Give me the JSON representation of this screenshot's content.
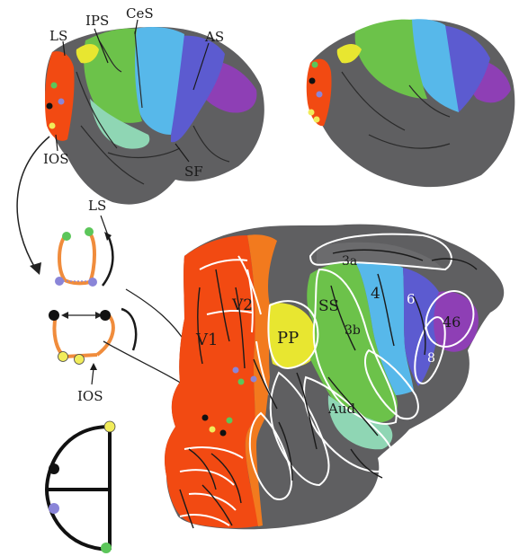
{
  "labels": {
    "ls_top": "LS",
    "ips": "IPS",
    "ces": "CeS",
    "as": "AS",
    "ios_top": "IOS",
    "sf": "SF",
    "ls_mid": "LS",
    "ios_mid": "IOS",
    "area_3a": "3a",
    "area_4": "4",
    "area_6": "6",
    "area_46": "46",
    "area_v2": "V2",
    "area_ss": "SS",
    "area_3b": "3b",
    "area_v1": "V1",
    "area_pp": "PP",
    "area_8": "8",
    "area_aud": "Aud"
  },
  "colors": {
    "cortex_gray": "#5f5f61",
    "v1_red": "#f24a12",
    "v2_orange": "#f27a1e",
    "pp_yellow": "#e8e630",
    "somatosensory_green": "#6cc24a",
    "auditory_teal": "#8fd6b4",
    "motor_blue": "#57b8ea",
    "premotor_indigo": "#5c5bd0",
    "prefrontal_purple": "#8e3fb5",
    "marker_green": "#5cc65a",
    "marker_purple": "#8a85d8",
    "marker_yellow": "#f1ec5a",
    "marker_black": "#111111"
  }
}
